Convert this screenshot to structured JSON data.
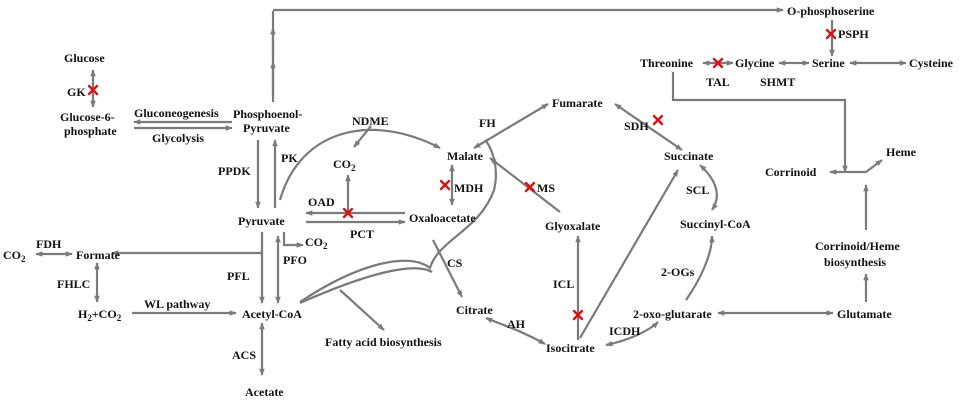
{
  "colors": {
    "line": "#7a7a7a",
    "inhibition_mark": "#e01010",
    "text": "#111111"
  },
  "compounds": {
    "glucose": "Glucose",
    "g6p_line1": "Glucose-6-",
    "g6p_line2": "phosphate",
    "pep_line1": "Phosphoenol-",
    "pep_line2": "Pyruvate",
    "pyruvate": "Pyruvate",
    "formate": "Formate",
    "co2_left": "CO",
    "h2co2": "H",
    "acetylcoa": "Acetyl-CoA",
    "acetate": "Acetate",
    "fatty_acid": "Fatty acid biosynthesis",
    "malate": "Malate",
    "oxaloacetate": "Oxaloacetate",
    "co2_oad": "CO",
    "co2_pfo": "CO",
    "fumarate": "Fumarate",
    "glyoxalate": "Glyoxalate",
    "citrate": "Citrate",
    "isocitrate": "Isocitrate",
    "succinate": "Succinate",
    "succinylcoa": "Succinyl-CoA",
    "oxoglutarate": "2-oxo-glutarate",
    "glutamate": "Glutamate",
    "ophosphoserine": "O-phosphoserine",
    "threonine": "Threonine",
    "glycine": "Glycine",
    "serine": "Serine",
    "cysteine": "Cysteine",
    "corrinoid": "Corrinoid",
    "heme": "Heme",
    "corrinoid_heme_line1": "Corrinoid/Heme",
    "corrinoid_heme_line2": "biosynthesis"
  },
  "enzymes": {
    "gk": "GK",
    "gluconeogenesis": "Gluconeogenesis",
    "glycolysis": "Glycolysis",
    "ppdk": "PPDK",
    "pk": "PK",
    "ndme": "NDME",
    "oad": "OAD",
    "pct": "PCT",
    "pfo": "PFO",
    "pfl": "PFL",
    "fdh": "FDH",
    "fhlc": "FHLC",
    "wl_pathway": "WL pathway",
    "acs": "ACS",
    "mdh": "MDH",
    "ms": "MS",
    "fh": "FH",
    "sdh": "SDH",
    "cs": "CS",
    "icl": "ICL",
    "ah": "AH",
    "icdh": "ICDH",
    "scl": "SCL",
    "two_ogs": "2-OGs",
    "psph": "PSPH",
    "tal": "TAL",
    "shmt": "SHMT"
  },
  "subscripts": {
    "two": "2"
  }
}
